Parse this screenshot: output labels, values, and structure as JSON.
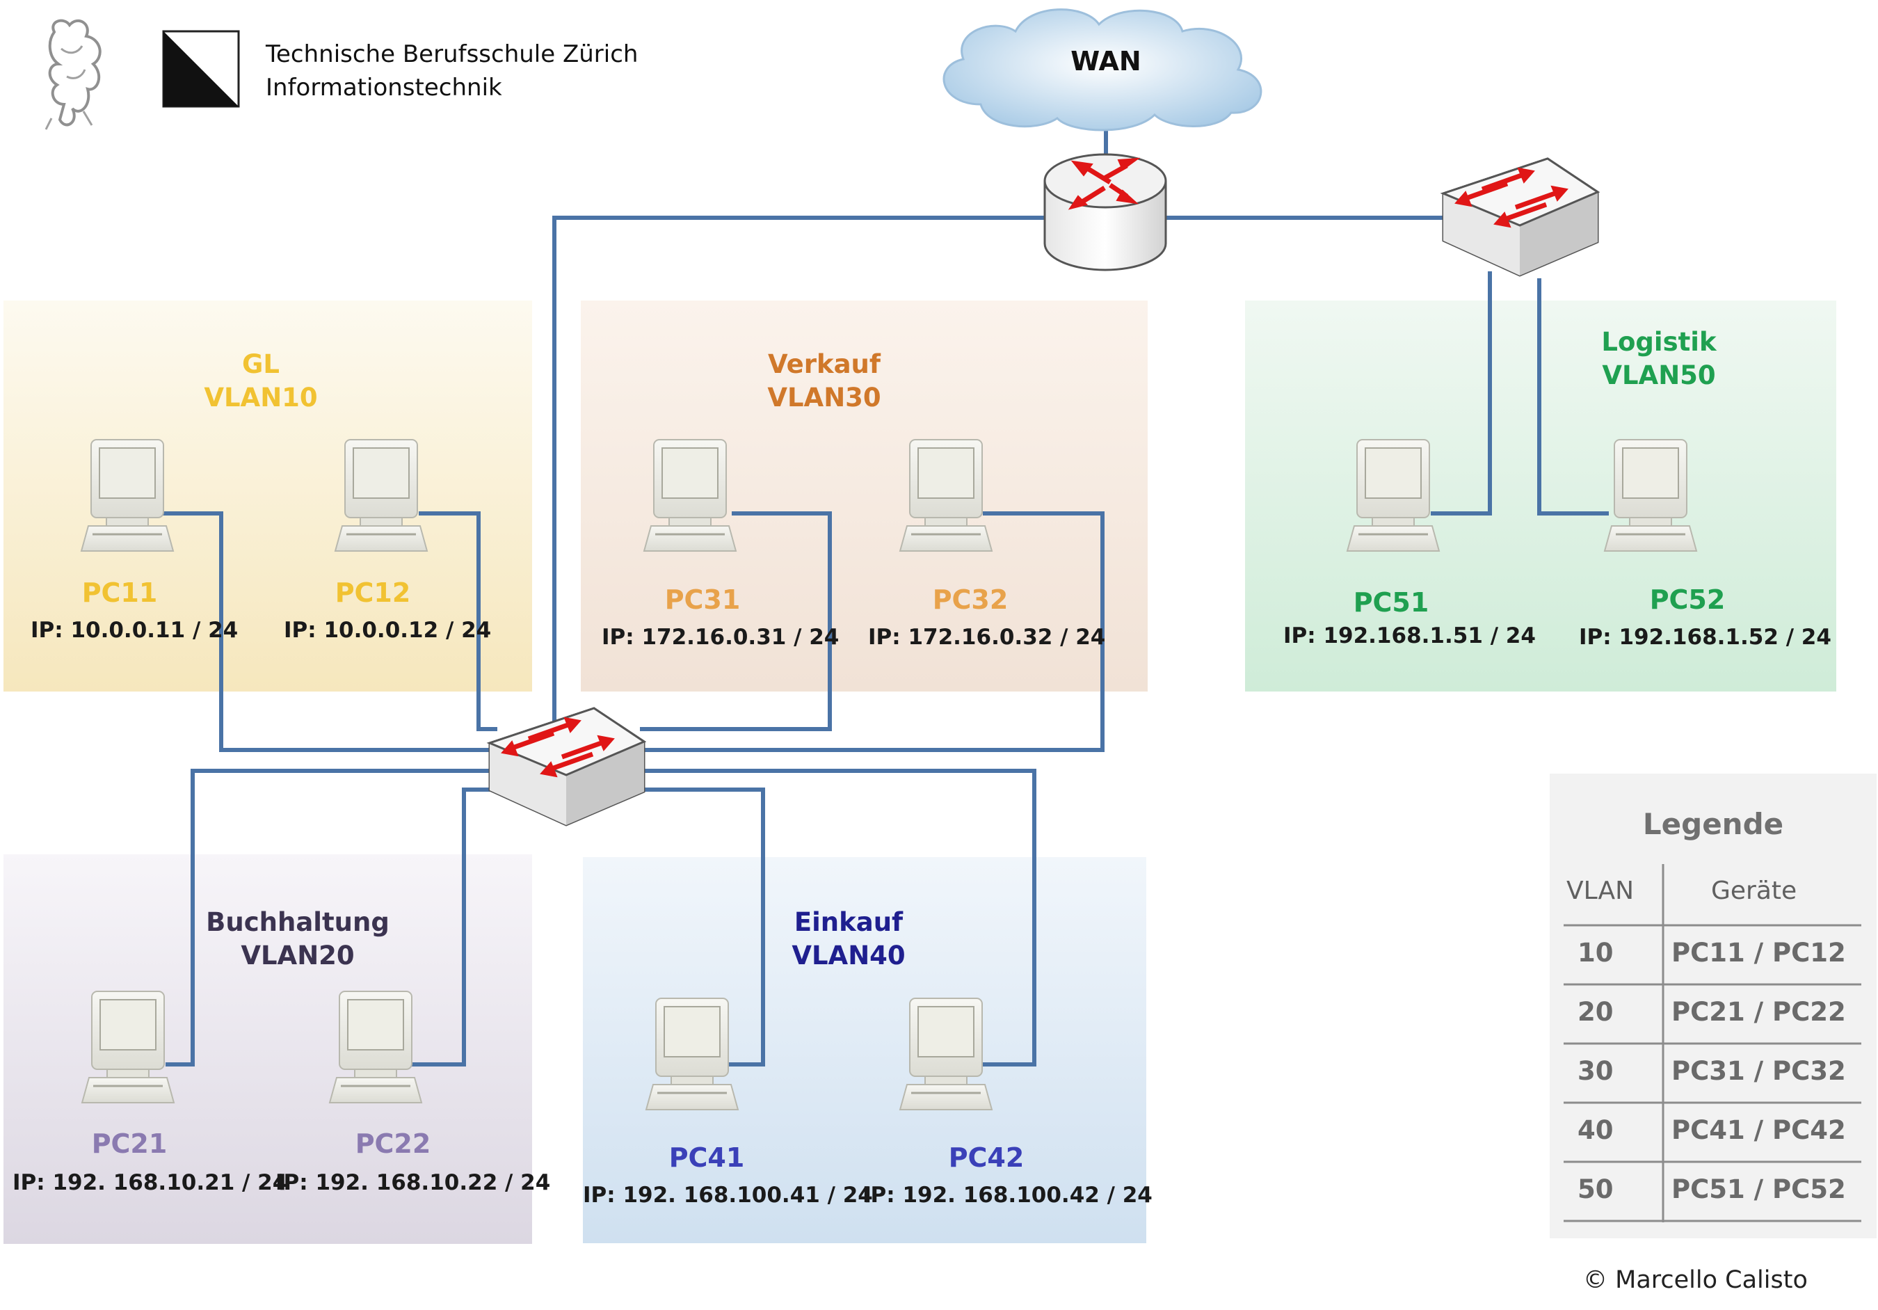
{
  "header": {
    "school": "Technische Berufsschule Zürich",
    "department": "Informationstechnik"
  },
  "wan": {
    "label": "WAN"
  },
  "zones": {
    "gl": {
      "name": "GL",
      "vlan": "VLAN10",
      "color": "#f1c232"
    },
    "verkauf": {
      "name": "Verkauf",
      "vlan": "VLAN30",
      "color": "#d0782a"
    },
    "logistik": {
      "name": "Logistik",
      "vlan": "VLAN50",
      "color": "#1fa050"
    },
    "buchhaltung": {
      "name": "Buchhaltung",
      "vlan": "VLAN20",
      "color": "#3b3350"
    },
    "einkauf": {
      "name": "Einkauf",
      "vlan": "VLAN40",
      "color": "#1f1f8f"
    }
  },
  "pcs": {
    "pc11": {
      "name": "PC11",
      "ip": "IP: 10.0.0.11 / 24"
    },
    "pc12": {
      "name": "PC12",
      "ip": "IP: 10.0.0.12 / 24"
    },
    "pc31": {
      "name": "PC31",
      "ip": "IP: 172.16.0.31 / 24"
    },
    "pc32": {
      "name": "PC32",
      "ip": "IP: 172.16.0.32 / 24"
    },
    "pc51": {
      "name": "PC51",
      "ip": "IP: 192.168.1.51 / 24"
    },
    "pc52": {
      "name": "PC52",
      "ip": "IP: 192.168.1.52 / 24"
    },
    "pc21": {
      "name": "PC21",
      "ip": "IP: 192. 168.10.21 / 24"
    },
    "pc22": {
      "name": "PC22",
      "ip": "IP: 192. 168.10.22 / 24"
    },
    "pc41": {
      "name": "PC41",
      "ip": "IP: 192. 168.100.41 / 24"
    },
    "pc42": {
      "name": "PC42",
      "ip": "IP: 192. 168.100.42 / 24"
    }
  },
  "legend": {
    "title": "Legende",
    "col_vlan": "VLAN",
    "col_devices": "Geräte",
    "rows": [
      {
        "vlan": "10",
        "devices": "PC11 / PC12"
      },
      {
        "vlan": "20",
        "devices": "PC21 / PC22"
      },
      {
        "vlan": "30",
        "devices": "PC31 / PC32"
      },
      {
        "vlan": "40",
        "devices": "PC41 / PC42"
      },
      {
        "vlan": "50",
        "devices": "PC51 / PC52"
      }
    ]
  },
  "copyright": "© Marcello Calisto",
  "colors": {
    "cable": "#4a73a6",
    "pc_name_orange": "#e8a24a",
    "pc_name_purple": "#8a7ab0",
    "pc_name_blue": "#3a40b8",
    "pc_name_green": "#1fa050"
  }
}
